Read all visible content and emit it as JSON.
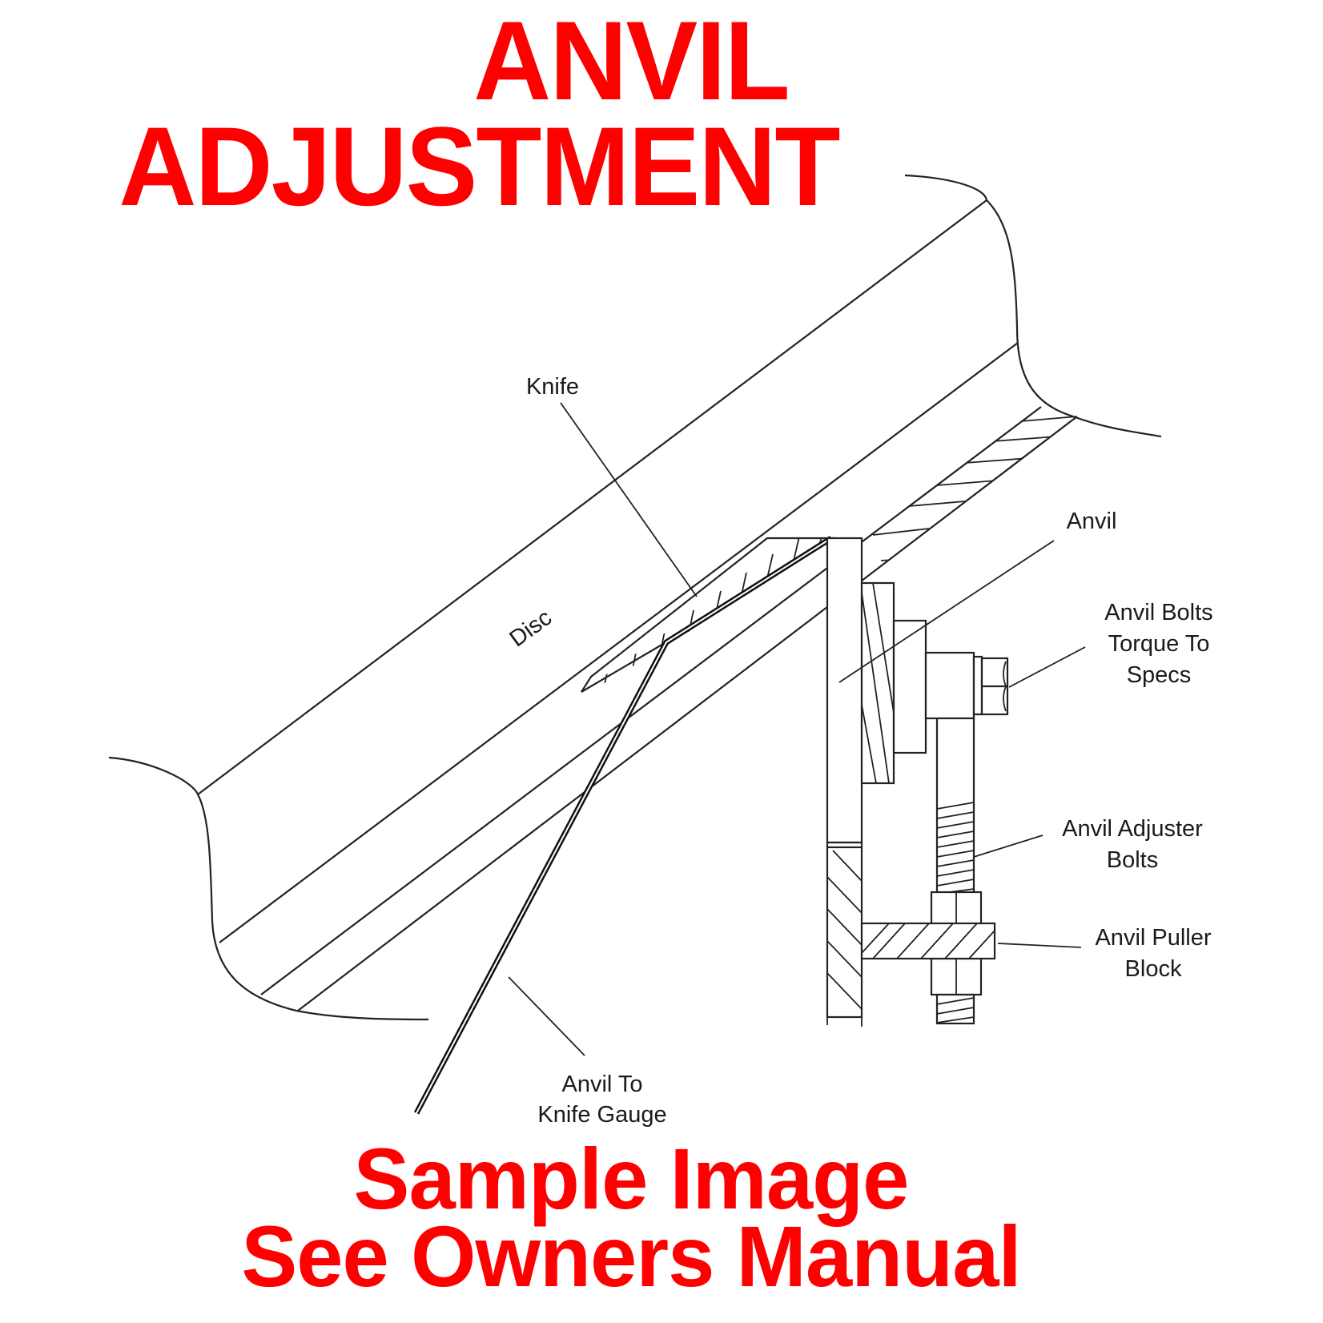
{
  "title": {
    "line1": "ANVIL",
    "line2": "ADJUSTMENT",
    "color": "#ff0000"
  },
  "footer": {
    "line1": "Sample Image",
    "line2": "See Owners Manual",
    "color": "#ff0000"
  },
  "diagram": {
    "labels": {
      "knife": "Knife",
      "disc": "Disc",
      "anvil": "Anvil",
      "anvil_bolts": [
        "Anvil Bolts",
        "Torque To",
        "Specs"
      ],
      "anvil_adjuster_bolts": [
        "Anvil Adjuster",
        "Bolts"
      ],
      "anvil_puller_block": [
        "Anvil Puller",
        "Block"
      ],
      "anvil_to_knife_gauge": [
        "Anvil To",
        "Knife Gauge"
      ]
    },
    "line_color": "#222222"
  }
}
